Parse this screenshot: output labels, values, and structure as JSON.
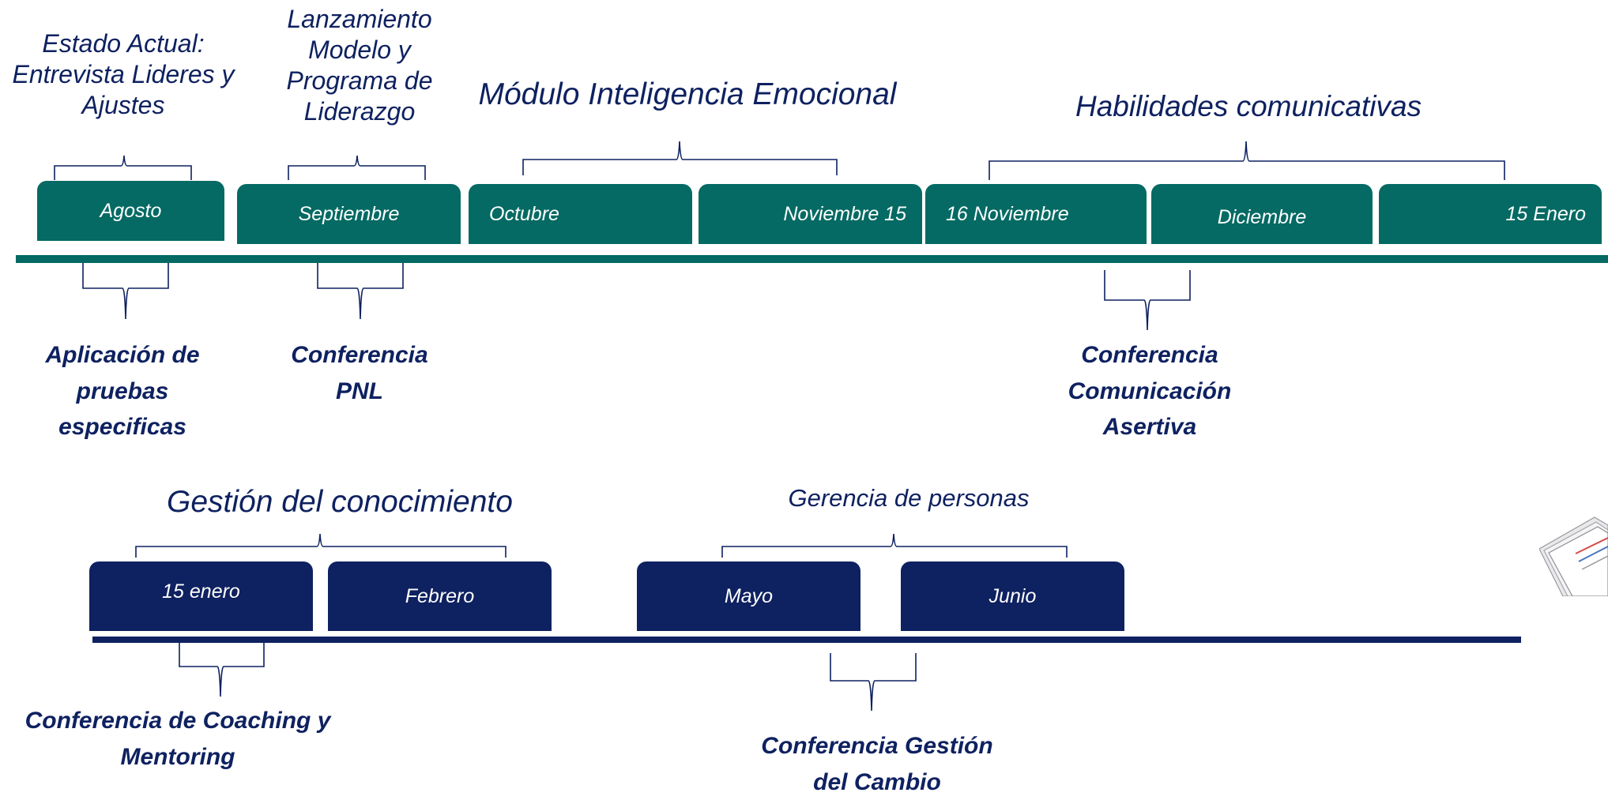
{
  "phase1": {
    "top_labels": {
      "estado": "Estado Actual: Entrevista Lideres y Ajustes",
      "lanzamiento": "Lanzamiento Modelo y Programa de Liderazgo",
      "inteligencia": "Módulo Inteligencia Emocional",
      "habilidades": "Habilidades comunicativas"
    },
    "months": [
      "Agosto",
      "Septiembre",
      "Octubre",
      "Noviembre 15",
      "16 Noviembre",
      "Diciembre",
      "15 Enero"
    ],
    "bottom_labels": {
      "pruebas": "Aplicación de pruebas especificas",
      "pnl": "Conferencia PNL",
      "asertiva": "Conferencia Comunicación Asertiva"
    },
    "color": "#046a63"
  },
  "phase2": {
    "top_labels": {
      "gestion": "Gestión del conocimiento",
      "gerencia": "Gerencia de personas"
    },
    "months": [
      "15 enero",
      "Febrero",
      "Mayo",
      "Junio"
    ],
    "bottom_labels": {
      "coaching": "Conferencia de Coaching y Mentoring",
      "cambio": "Conferencia Gestión del Cambio"
    },
    "color": "#0e2160"
  },
  "text_color": "#0e2160"
}
